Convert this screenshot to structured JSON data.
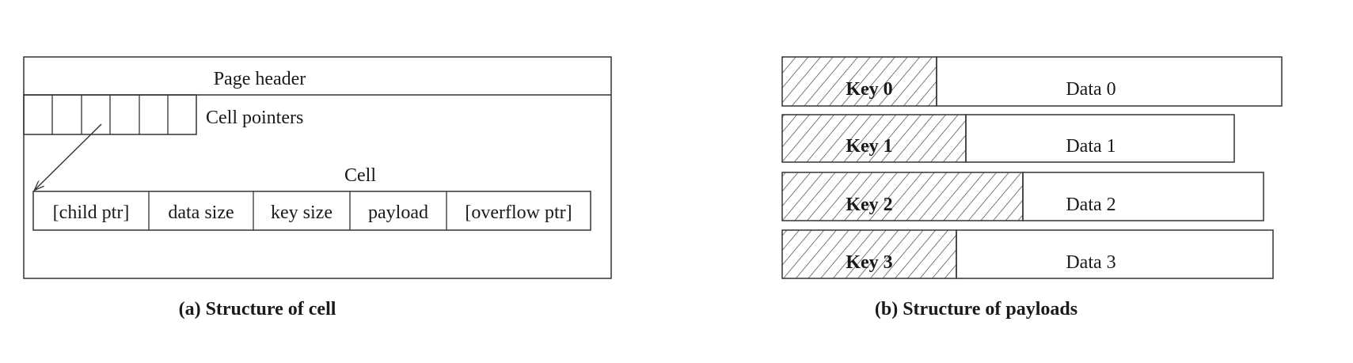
{
  "left": {
    "page_header": "Page header",
    "cell_pointers_label": "Cell pointers",
    "cell_label": "Cell",
    "fields": [
      "[child ptr]",
      "data size",
      "key size",
      "payload",
      "[overflow ptr]"
    ],
    "caption": "(a) Structure of cell"
  },
  "right": {
    "rows": [
      {
        "key": "Key 0",
        "data": "Data 0"
      },
      {
        "key": "Key 1",
        "data": "Data 1"
      },
      {
        "key": "Key 2",
        "data": "Data 2"
      },
      {
        "key": "Key 3",
        "data": "Data 3"
      }
    ],
    "caption": "(b) Structure of payloads"
  }
}
